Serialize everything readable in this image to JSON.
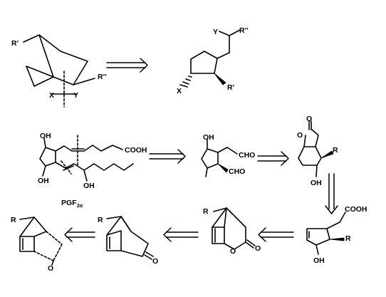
{
  "labels": {
    "r1": "R'",
    "r2": "R''",
    "x": "X",
    "y": "Y",
    "oh": "OH",
    "cooh": "COOH",
    "cho": "CHO",
    "o": "O",
    "r": "R",
    "pgf": "PGF",
    "pgf_sub": "2α"
  }
}
